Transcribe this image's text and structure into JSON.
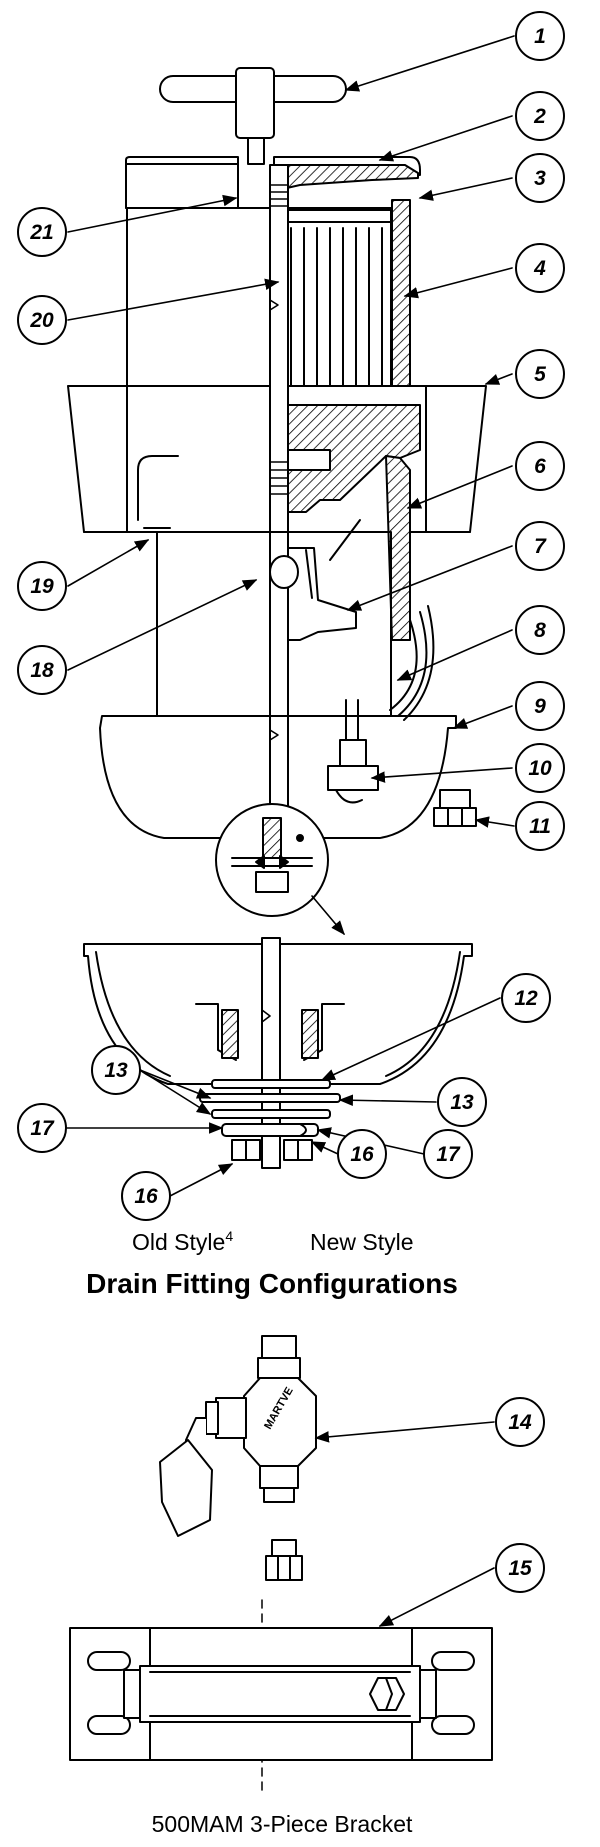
{
  "callouts": [
    "1",
    "2",
    "3",
    "4",
    "5",
    "6",
    "7",
    "8",
    "9",
    "10",
    "11",
    "12",
    "13",
    "13",
    "16",
    "16",
    "17",
    "17",
    "14",
    "15",
    "18",
    "19",
    "20",
    "21"
  ],
  "captions": {
    "old_style": "Old Style",
    "old_style_footnote": "4",
    "new_style": "New Style",
    "section_title": "Drain Fitting Configurations",
    "bracket": "500MAM 3-Piece Bracket"
  },
  "valve_brand_text": "MARTVE",
  "icons": [
    "wrench-icon"
  ]
}
